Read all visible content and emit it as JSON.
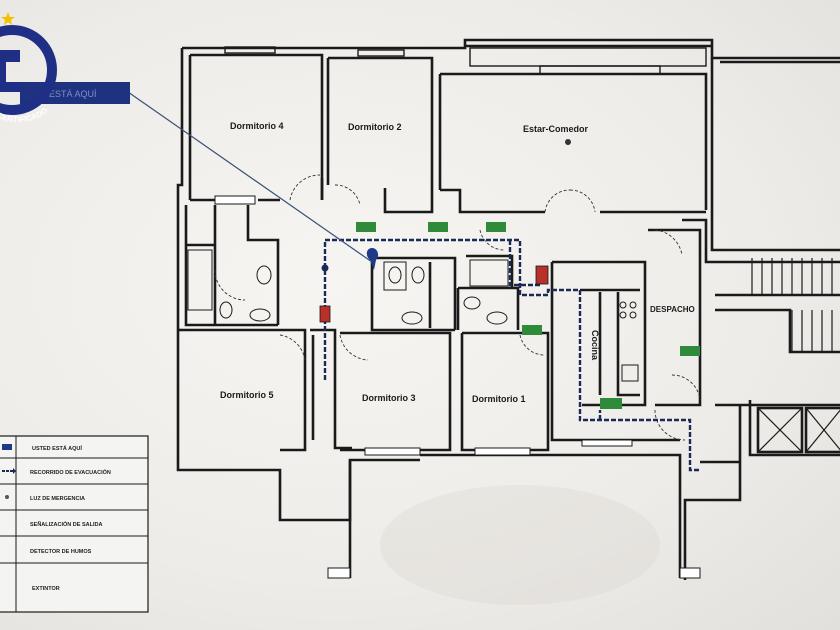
{
  "badge": {
    "text": "DE CERTIFICADO",
    "star_color": "#f2c200",
    "ring_color": "#1f2f86"
  },
  "you_are_here_label": "D ESTÁ AQUÍ",
  "rooms": {
    "dormitorio_4": "Dormitorio 4",
    "dormitorio_2": "Dormitorio 2",
    "estar_comedor": "Estar-Comedor",
    "dormitorio_5": "Dormitorio 5",
    "dormitorio_3": "Dormitorio 3",
    "dormitorio_1": "Dormitorio 1",
    "cocina": "Cocina",
    "despacho": "DESPACHO"
  },
  "legend": {
    "items": [
      {
        "label": "USTED ESTÁ AQUÍ",
        "icon": "you-are-here-icon"
      },
      {
        "label": "RECORRIDO DE EVACUACIÓN",
        "icon": "evacuation-route-icon"
      },
      {
        "label": "LUZ DE MERGENCIA",
        "icon": "emergency-light-icon"
      },
      {
        "label": "SEÑALIZACIÓN DE SALIDA",
        "icon": "exit-sign-icon"
      },
      {
        "label": "DETECTOR DE HUMOS",
        "icon": "smoke-detector-icon"
      },
      {
        "label": "EXTINTOR",
        "icon": "extinguisher-icon"
      }
    ]
  },
  "colors": {
    "route": "#1a2a55",
    "exit_sign": "#2f8a3a",
    "extinguisher": "#b8302a",
    "marker": "#1f3a8a"
  }
}
